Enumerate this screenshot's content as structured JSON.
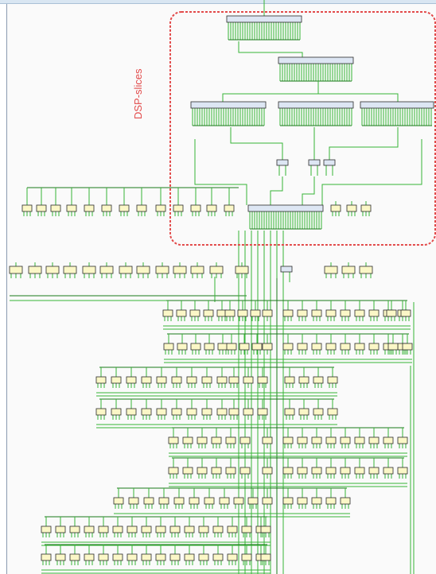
{
  "annotation": {
    "label": "DSP-slices",
    "color": "#e24a4a"
  },
  "colors": {
    "wire": "#36b436",
    "wire_dark": "#1a7a1a",
    "cell_fill": "#fbf7c7",
    "cell_stroke": "#2b2b2b",
    "dsp_fill": "#dde6f3",
    "dsp_stroke": "#2b2b2b",
    "highlight": "#e24a4a",
    "background": "#fafafa"
  },
  "icons": [
    "dsp-slice-block",
    "logic-cell",
    "net-wire"
  ]
}
